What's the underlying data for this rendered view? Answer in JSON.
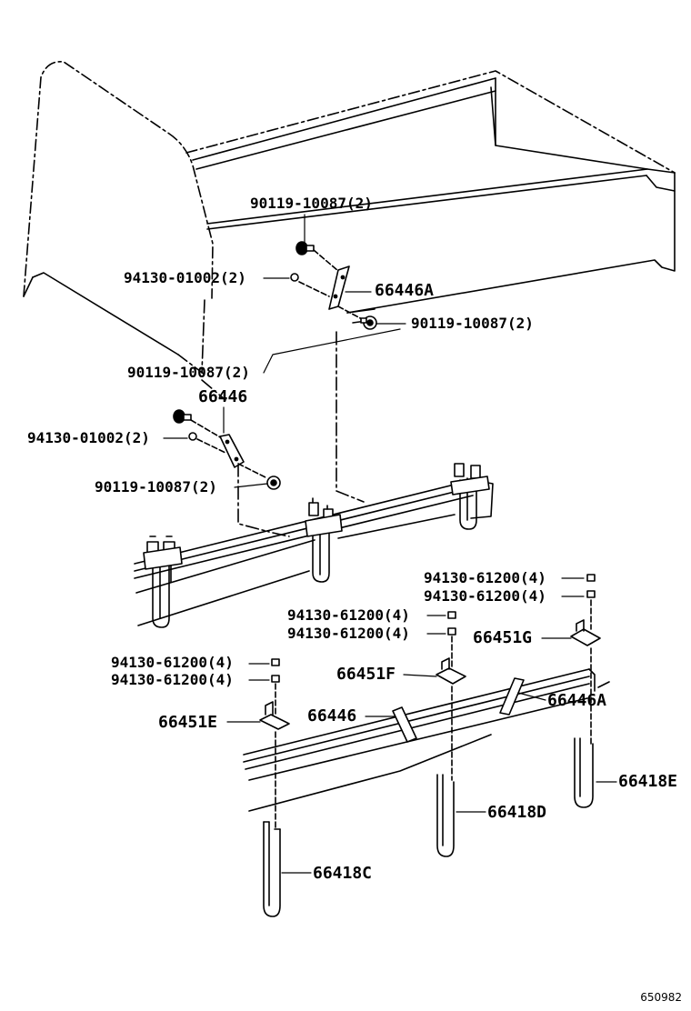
{
  "labels": {
    "l01": "90119-10087(2)",
    "l02": "94130-01002(2)",
    "l03": "66446A",
    "l04": "90119-10087(2)",
    "l05": "90119-10087(2)",
    "l06": "66446",
    "l07": "94130-01002(2)",
    "l08": "90119-10087(2)",
    "l09": "94130-61200(4)",
    "l10": "94130-61200(4)",
    "l11": "94130-61200(4)",
    "l12": "94130-61200(4)",
    "l13": "66451G",
    "l14": "94130-61200(4)",
    "l15": "94130-61200(4)",
    "l16": "66451F",
    "l17": "66446A",
    "l18": "66446",
    "l19": "66451E",
    "l20": "66418E",
    "l21": "66418D",
    "l22": "66418C"
  },
  "figure_number": "650982"
}
